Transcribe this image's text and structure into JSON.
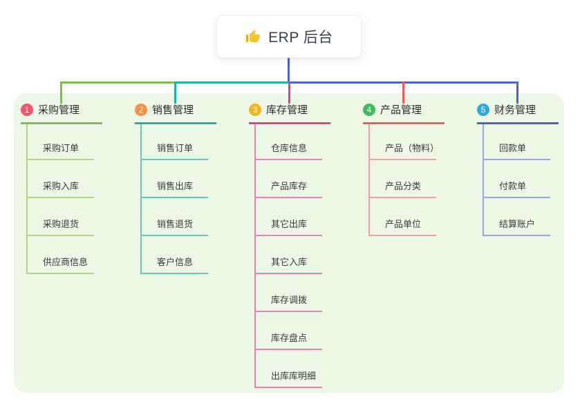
{
  "root": {
    "icon": "thumbs-up-icon",
    "label": "ERP 后台"
  },
  "connector_color": "#4A61D2",
  "panel_color": "#EDF7E6",
  "branches": [
    {
      "num": "1",
      "label": "采购管理",
      "badge_color": "#F4536E",
      "line_color": "#7EBE50",
      "child_line_color": "#ABD787",
      "children": [
        "采购订单",
        "采购入库",
        "采购退货",
        "供应商信息"
      ]
    },
    {
      "num": "2",
      "label": "销售管理",
      "badge_color": "#FB8F3D",
      "line_color": "#17B3A6",
      "child_line_color": "#63C9BE",
      "children": [
        "销售订单",
        "销售出库",
        "销售退货",
        "客户信息"
      ]
    },
    {
      "num": "3",
      "label": "库存管理",
      "badge_color": "#F7B31C",
      "line_color": "#E53A94",
      "child_line_color": "#F17CBB",
      "children": [
        "仓库信息",
        "产品库存",
        "其它出库",
        "其它入库",
        "库存调拨",
        "库存盘点",
        "出库库明细"
      ]
    },
    {
      "num": "4",
      "label": "产品管理",
      "badge_color": "#3DBE5B",
      "line_color": "#F25A61",
      "child_line_color": "#F59CA0",
      "children": [
        "产品（物料）",
        "产品分类",
        "产品单位"
      ]
    },
    {
      "num": "5",
      "label": "财务管理",
      "badge_color": "#2CA9E1",
      "line_color": "#4A61D2",
      "child_line_color": "#93A9DF",
      "children": [
        "回款单",
        "付款单",
        "结算账户"
      ]
    }
  ]
}
